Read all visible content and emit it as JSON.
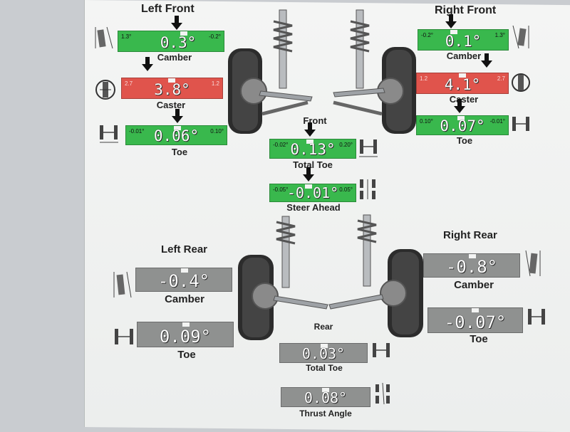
{
  "front": {
    "left_title": "Left Front",
    "right_title": "Right Front",
    "center_title": "Front",
    "lf_camber": {
      "min": "1.3°",
      "max": "-0.2°",
      "value": "0.3°",
      "label": "Camber",
      "status": "in-spec"
    },
    "lf_caster": {
      "min": "2.7",
      "max": "1.2",
      "value": "3.8°",
      "label": "Caster",
      "status": "out-of-spec"
    },
    "lf_toe": {
      "min": "-0.01°",
      "max": "0.10°",
      "value": "0.06°",
      "label": "Toe",
      "status": "in-spec"
    },
    "rf_camber": {
      "min": "-0.2°",
      "max": "1.3°",
      "value": "0.1°",
      "label": "Camber",
      "status": "in-spec"
    },
    "rf_caster": {
      "min": "1.2",
      "max": "2.7",
      "value": "4.1°",
      "label": "Caster",
      "status": "out-of-spec"
    },
    "rf_toe": {
      "min": "0.10°",
      "max": "-0.01°",
      "value": "0.07°",
      "label": "Toe",
      "status": "in-spec"
    },
    "total_toe": {
      "min": "-0.02°",
      "max": "0.20°",
      "value": "0.13°",
      "label": "Total Toe",
      "status": "in-spec"
    },
    "steer_ahead": {
      "min": "-0.05°",
      "max": "0.05°",
      "value": "-0.01°",
      "label": "Steer Ahead",
      "status": "in-spec"
    }
  },
  "rear": {
    "left_title": "Left Rear",
    "right_title": "Right Rear",
    "center_title": "Rear",
    "lr_camber": {
      "value": "-0.4°",
      "label": "Camber",
      "status": "no-spec"
    },
    "lr_toe": {
      "value": "0.09°",
      "label": "Toe",
      "status": "no-spec"
    },
    "rr_camber": {
      "value": "-0.8°",
      "label": "Camber",
      "status": "no-spec"
    },
    "rr_toe": {
      "value": "-0.07°",
      "label": "Toe",
      "status": "no-spec"
    },
    "total_toe": {
      "value": "0.03°",
      "label": "Total Toe",
      "status": "no-spec"
    },
    "thrust_angle": {
      "value": "0.08°",
      "label": "Thrust Angle",
      "status": "no-spec"
    }
  },
  "colors": {
    "in_spec": "#39b84d",
    "out_of_spec": "#e0544c",
    "no_spec": "#8f9190"
  },
  "icons": [
    "camber-gauge-icon",
    "caster-gauge-icon",
    "toe-gauge-icon",
    "total-toe-icon",
    "steer-ahead-icon",
    "thrust-angle-icon",
    "front-suspension-illustration",
    "rear-suspension-illustration"
  ]
}
